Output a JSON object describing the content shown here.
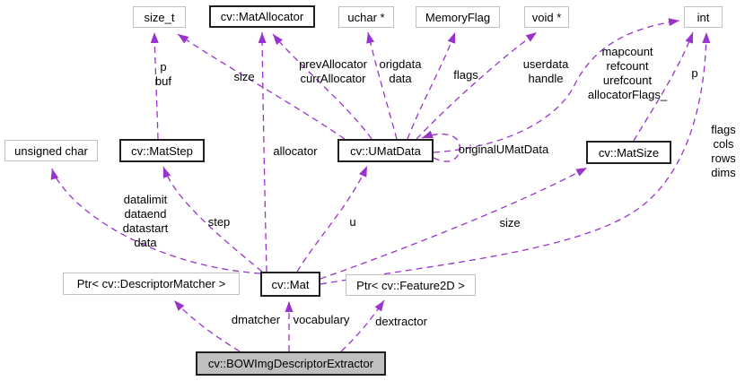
{
  "diagram": {
    "type": "doxygen-collaboration-graph",
    "colors": {
      "edge": "#9a32cd",
      "plain-border": "#c0c0c0",
      "cls-border": "#1f1f1f",
      "main-fill": "#bfbfbf",
      "bg": "#ffffff"
    },
    "nodes": {
      "size_t": {
        "label": "size_t"
      },
      "mat_allocator": {
        "label": "cv::MatAllocator"
      },
      "uchar_ptr": {
        "label": "uchar *"
      },
      "memory_flag": {
        "label": "MemoryFlag"
      },
      "void_ptr": {
        "label": "void *"
      },
      "int": {
        "label": "int"
      },
      "unsigned_char": {
        "label": "unsigned char"
      },
      "mat_step": {
        "label": "cv::MatStep"
      },
      "umat_data": {
        "label": "cv::UMatData"
      },
      "mat_size": {
        "label": "cv::MatSize"
      },
      "ptr_descriptor_matcher": {
        "label": "Ptr< cv::DescriptorMatcher >"
      },
      "mat": {
        "label": "cv::Mat"
      },
      "ptr_feature2d": {
        "label": "Ptr< cv::Feature2D >"
      },
      "bow_img_descriptor_extractor": {
        "label": "cv::BOWImgDescriptorExtractor"
      }
    },
    "edge_labels": {
      "p_buf": "p\nbuf",
      "size_umatdata": "size",
      "prev_curr_allocator": "prevAllocator\ncurrAllocator",
      "origdata_data": "origdata\ndata",
      "flags_umatdata": "flags",
      "userdata_handle": "userdata\nhandle",
      "refcounts": "mapcount\nrefcount\nurefcount\nallocatorFlags_",
      "p_matsize": "p",
      "mat_int_members": "flags\ncols\nrows\ndims",
      "allocator": "allocator",
      "original_umat_data": "originalUMatData",
      "mat_data_members": "datalimit\ndataend\ndatastart\ndata",
      "step": "step",
      "u": "u",
      "size_mat": "size",
      "dmatcher": "dmatcher",
      "vocabulary": "vocabulary",
      "dextractor": "dextractor"
    }
  }
}
